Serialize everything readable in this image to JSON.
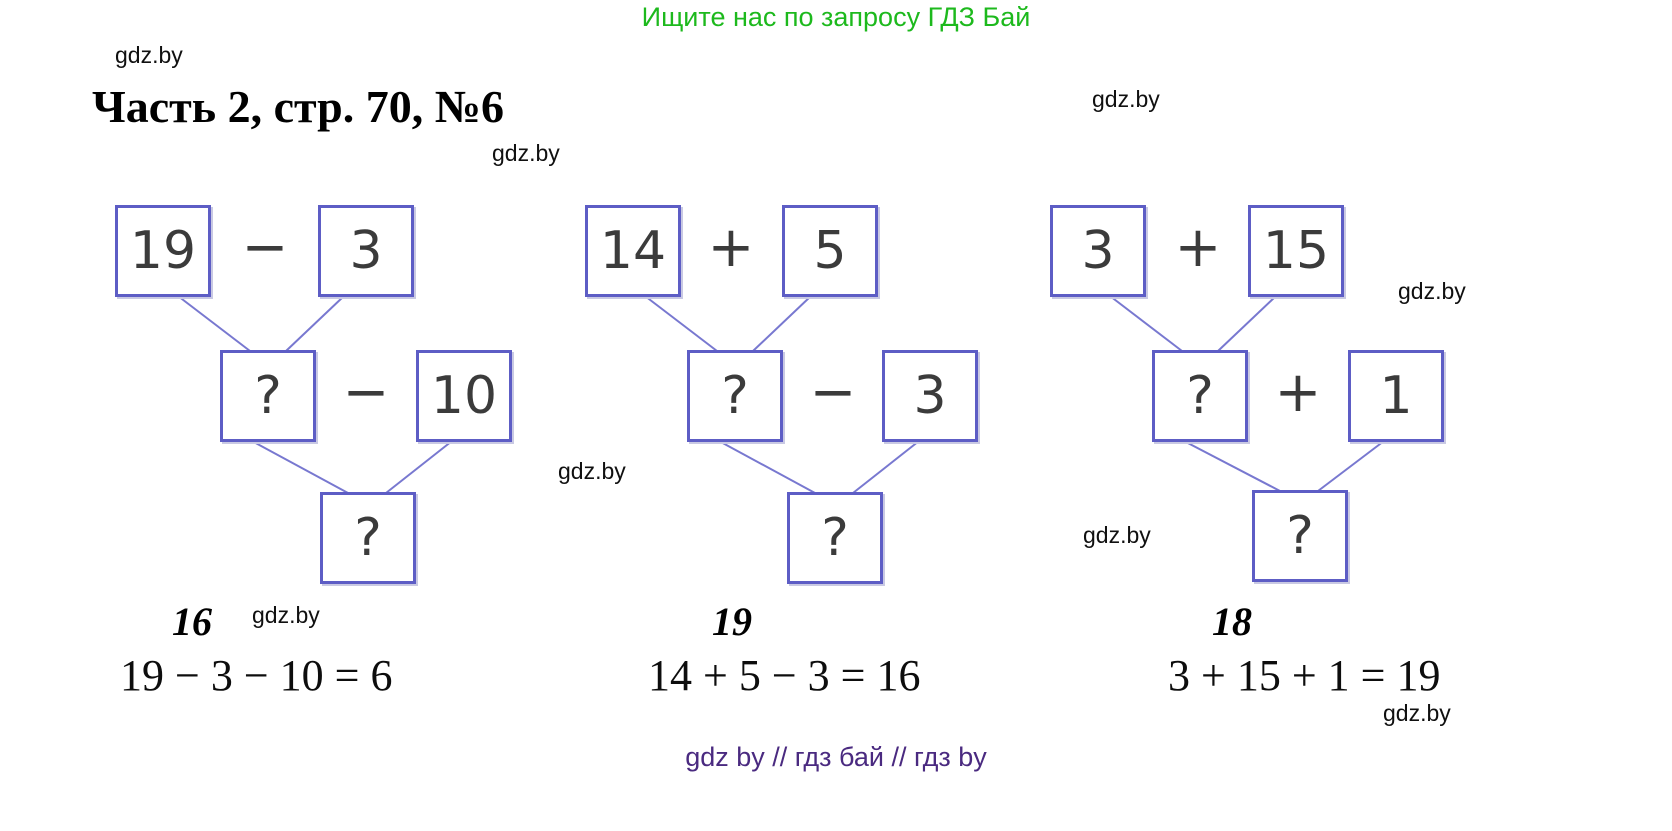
{
  "header": {
    "promo": "Ищите нас по запросу ГДЗ Бай"
  },
  "title": "Часть 2, стр. 70, №6",
  "watermark": "gdz.by",
  "footer": "gdz by  //  гдз бай  //  гдз by",
  "colors": {
    "promo_green": "#1db91d",
    "box_border": "#5d5dc5",
    "line_color": "#7878d0",
    "footer_purple": "#4a2a80",
    "digit_color": "#3b3b3b"
  },
  "diagrams": [
    {
      "top_left": "19",
      "top_op": "−",
      "top_right": "3",
      "mid_left": "?",
      "mid_op": "−",
      "mid_right": "10",
      "bottom": "?",
      "intermediate_answer": "16",
      "equation": "19 − 3 − 10 = 6"
    },
    {
      "top_left": "14",
      "top_op": "+",
      "top_right": "5",
      "mid_left": "?",
      "mid_op": "−",
      "mid_right": "3",
      "bottom": "?",
      "intermediate_answer": "19",
      "equation": "14 + 5 − 3 = 16"
    },
    {
      "top_left": "3",
      "top_op": "+",
      "top_right": "15",
      "mid_left": "?",
      "mid_op": "+",
      "mid_right": "1",
      "bottom": "?",
      "intermediate_answer": "18",
      "equation": "3 + 15 + 1 = 19"
    }
  ]
}
